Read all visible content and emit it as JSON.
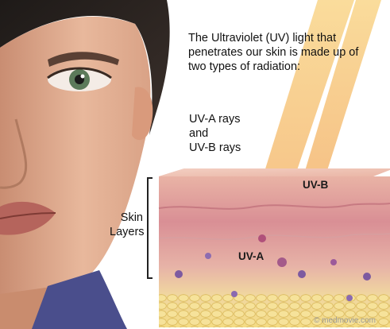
{
  "headline": {
    "lines": [
      "The Ultraviolet (UV) light that",
      "penetrates our skin is made up of",
      "two types of radiation:"
    ]
  },
  "ray_types": {
    "line1": "UV-A rays",
    "line2": "and",
    "line3": "UV-B rays"
  },
  "skin_label": {
    "line1": "Skin",
    "line2": "Layers"
  },
  "beams": {
    "uvb": "UV-B",
    "uva": "UV-A"
  },
  "credit": "© medmovie.com",
  "colors": {
    "beam": "#f6c36b",
    "skin_surface": "#f0c2b6",
    "fat_layer": "#f2d98a",
    "iris": "#5c7a5a"
  }
}
